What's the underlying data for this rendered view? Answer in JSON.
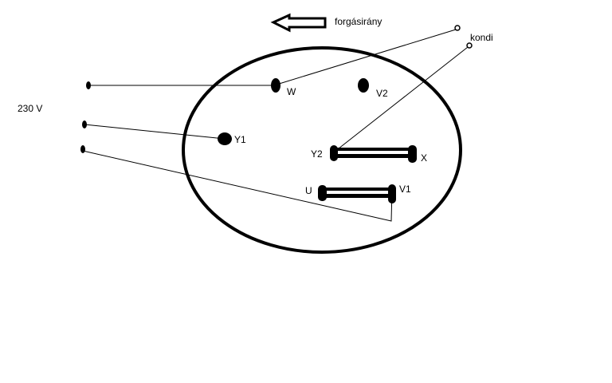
{
  "labels": {
    "direction": "forgásirány",
    "capacitor": "kondi",
    "voltage": "230 V",
    "W": "W",
    "V2": "V2",
    "Y1": "Y1",
    "Y2": "Y2",
    "X": "X",
    "U": "U",
    "V1": "V1"
  },
  "colors": {
    "stroke": "#000000",
    "background": "#ffffff"
  },
  "icons": {
    "direction": "left-arrow-icon"
  }
}
